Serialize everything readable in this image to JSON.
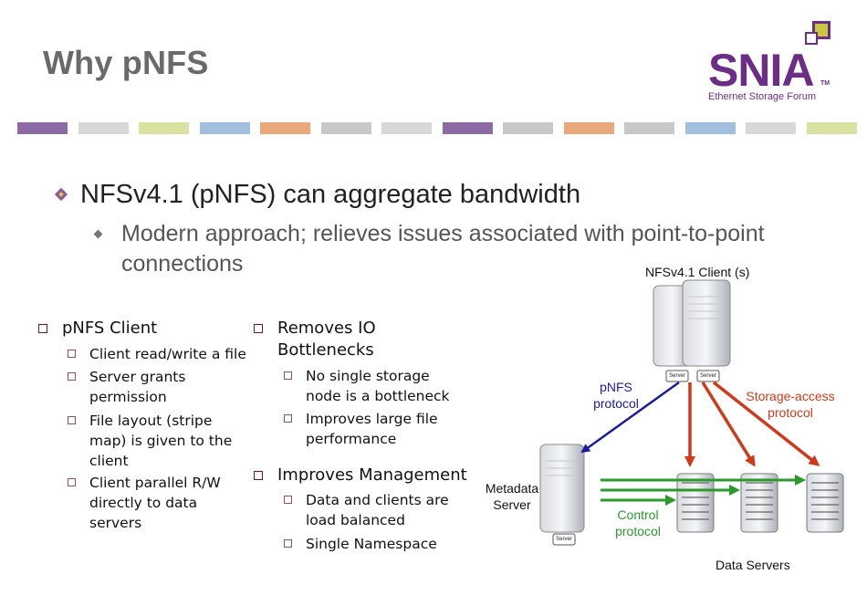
{
  "slide": {
    "title": "Why pNFS",
    "logo": {
      "name": "SNIA",
      "tagline": "Ethernet Storage Forum",
      "tm": "TM"
    },
    "bullet_main": "NFSv4.1 (pNFS) can aggregate bandwidth",
    "bullet_sub": "Modern approach; relieves issues associated with point-to-point connections"
  },
  "left_column": {
    "heading": "pNFS Client",
    "items": [
      "Client read/write a file",
      "Server grants permission",
      "File layout (stripe map) is given to the client",
      "Client parallel R/W directly to data servers"
    ]
  },
  "middle_column": {
    "sections": [
      {
        "heading": "Removes IO Bottlenecks",
        "items": [
          "No single storage node is a bottleneck",
          "Improves large file performance"
        ]
      },
      {
        "heading": "Improves Management",
        "items": [
          "Data and clients are load balanced",
          "Single Namespace"
        ]
      }
    ]
  },
  "diagram": {
    "client_label": "NFSv4.1 Client (s)",
    "pnfs_label": "pNFS protocol",
    "storage_label": "Storage-access protocol",
    "metadata_label": "Metadata Server",
    "control_label": "Control protocol",
    "data_servers_label": "Data Servers",
    "server_tag": "Server",
    "colors": {
      "pnfs": "#1a1aa0",
      "storage": "#d03a1a",
      "control": "#2a9a2a"
    }
  },
  "colors": {
    "stripes": [
      "#8b6aa6",
      "#d8d8d8",
      "#d9e2a0",
      "#a3bfe0",
      "#e9a97a",
      "#c8c8c8"
    ]
  }
}
